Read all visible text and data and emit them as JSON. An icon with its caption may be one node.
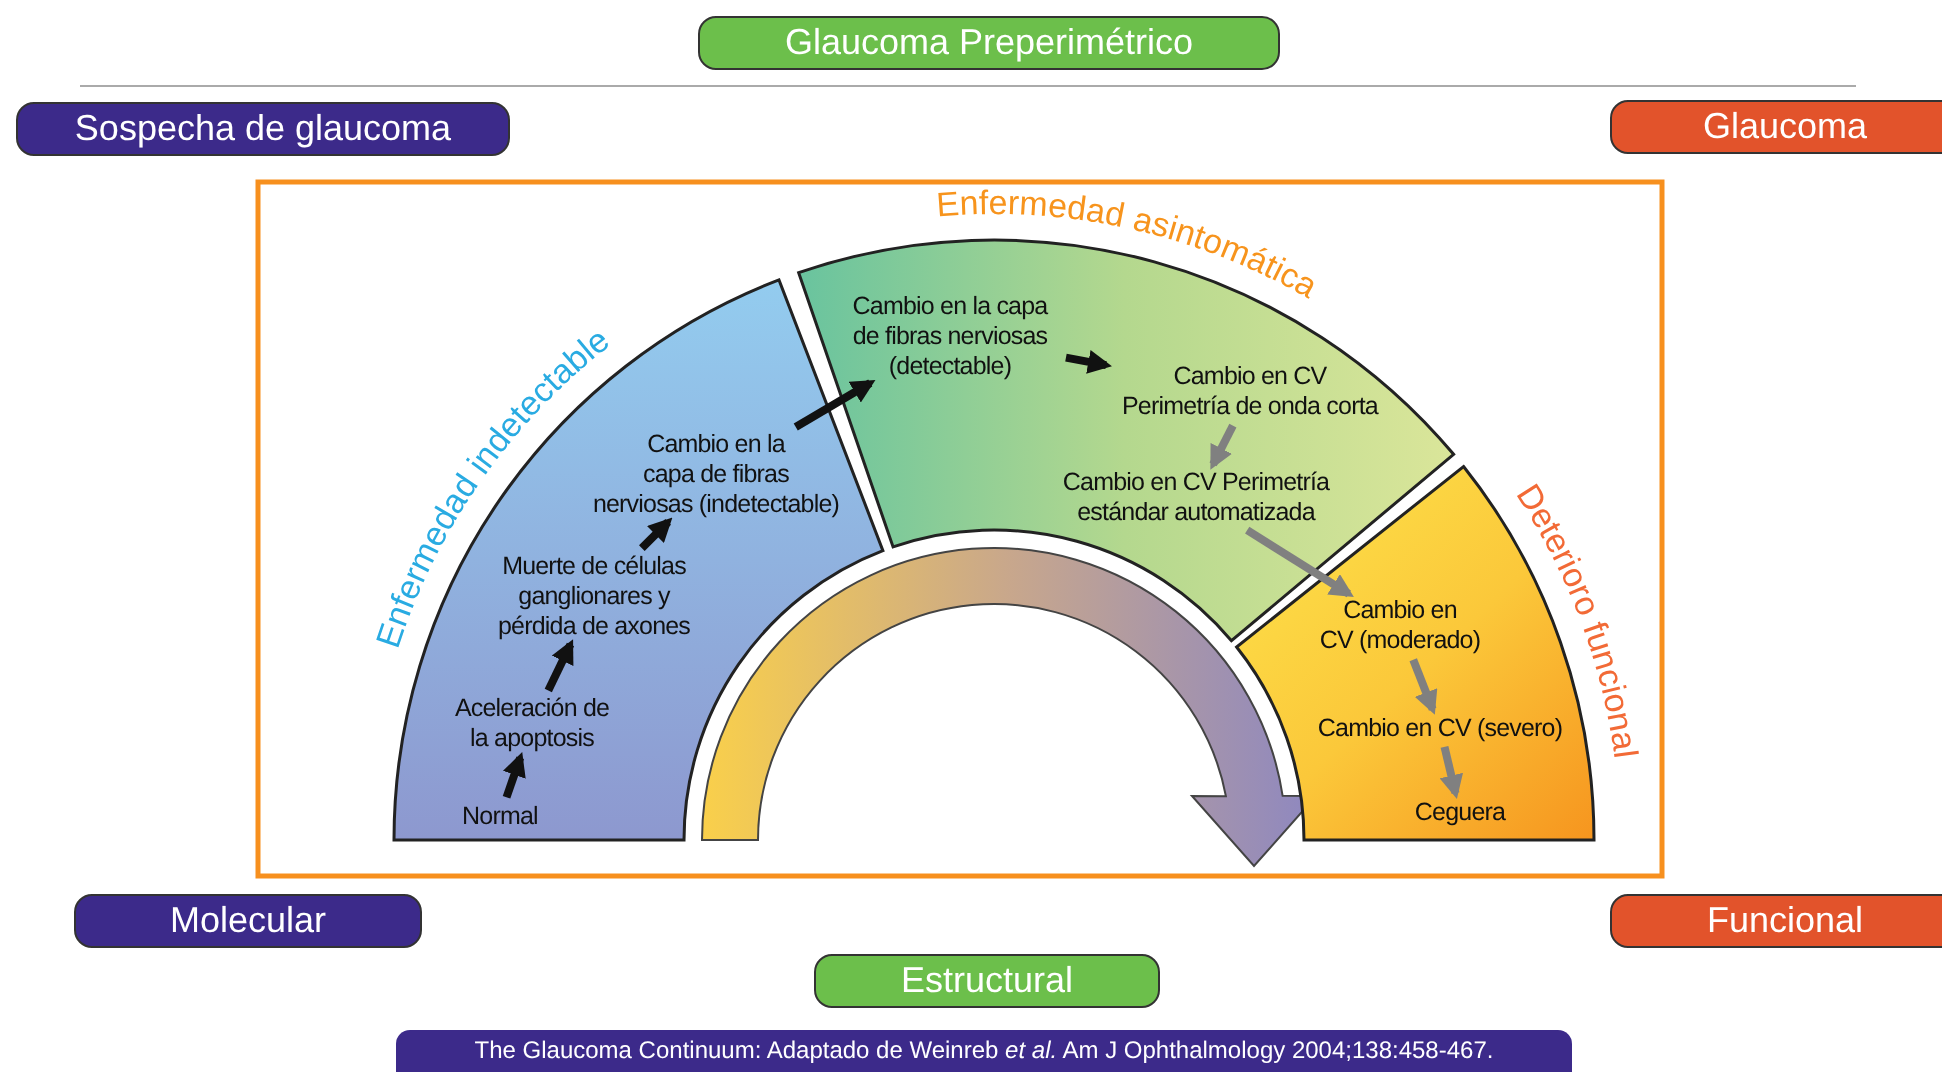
{
  "diagram": {
    "caption": "The Glaucoma Continuum: Adaptado de Weinreb *et al.* Am J Ophthalmology 2004;138:458-467.",
    "nodes": [
      {
        "text": [
          "Glaucoma Preperimétrico"
        ]
      },
      {
        "text": [
          "Sospecha de glaucoma"
        ]
      },
      {
        "text": [
          "Glaucoma"
        ]
      },
      {
        "text": [
          "Enfermedad indetectable"
        ]
      },
      {
        "text": [
          "Normal"
        ],
        "in": 3
      },
      {
        "text": [
          "Aceleración de la apoptosis"
        ],
        "in": 3
      },
      {
        "text": [
          "Muerte de células ganglionares y pérdida de axones"
        ],
        "in": 3
      },
      {
        "text": [
          "Cambio en la capa de fibras nerviosas (indetectable)"
        ],
        "in": 3
      },
      {
        "text": [
          "Enfermedad asintomática"
        ]
      },
      {
        "text": [
          "Cambio en la capa de fibras nerviosas (detectable)"
        ],
        "in": 8
      },
      {
        "text": [
          "Cambio en CV Perimetría de onda corta"
        ],
        "in": 8
      },
      {
        "text": [
          "Cambio en CV Perimetría estándar automatizada"
        ],
        "in": 8
      },
      {
        "text": [
          "Deterioro funcional"
        ]
      },
      {
        "text": [
          "Cambio en CV (moderado)"
        ],
        "in": 12
      },
      {
        "text": [
          "Cambio en CV (severo)"
        ],
        "in": 12
      },
      {
        "text": [
          "Ceguera"
        ],
        "in": 12
      },
      {
        "text": [
          "Molecular"
        ]
      },
      {
        "text": [
          "Funcional"
        ]
      },
      {
        "text": [
          "Estructural"
        ]
      }
    ],
    "edges": [
      {
        "from": 4,
        "to": 5,
        "arrow": "to"
      },
      {
        "from": 5,
        "to": 6,
        "arrow": "to"
      },
      {
        "from": 6,
        "to": 7,
        "arrow": "to"
      },
      {
        "from": 7,
        "to": 9,
        "arrow": "to"
      },
      {
        "from": 9,
        "to": 10,
        "arrow": "to"
      },
      {
        "from": 10,
        "to": 11,
        "arrow": "to",
        "color": "#808080"
      },
      {
        "from": 11,
        "to": 13,
        "arrow": "to",
        "color": "#808080"
      },
      {
        "from": 13,
        "to": 14,
        "arrow": "to",
        "color": "#808080"
      },
      {
        "from": 14,
        "to": 15,
        "arrow": "to",
        "color": "#808080"
      }
    ]
  }
}
